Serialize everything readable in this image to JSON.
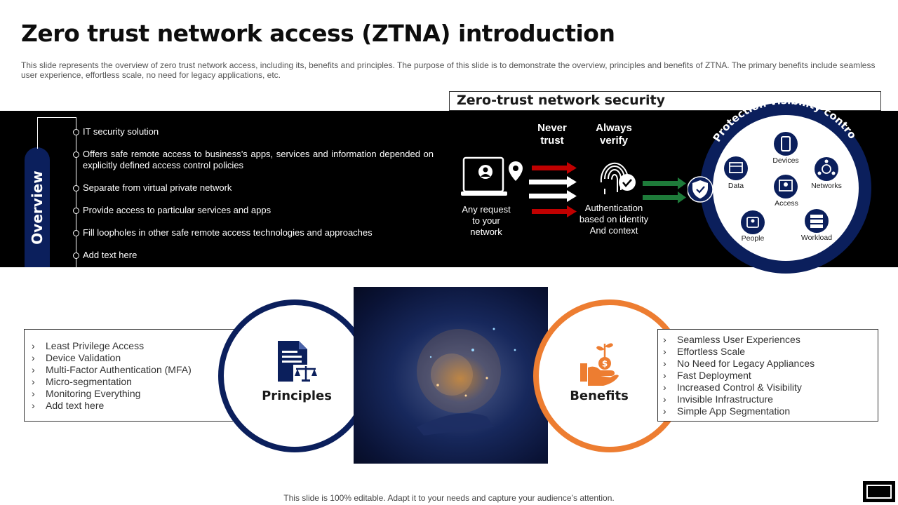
{
  "title": "Zero trust network access (ZTNA) introduction",
  "subtitle": "This slide represents the overview of zero trust network access, including its, benefits and principles. The purpose of this slide is to demonstrate the overview, principles and benefits of ZTNA.  The primary benefits include seamless user experience, effortless scale, no need for legacy applications, etc.",
  "overview": {
    "label": "Overview",
    "items": [
      "IT security solution",
      "Offers safe remote access to business’s apps, services and information depended on explicitly defined access control policies",
      "Separate from virtual private network",
      "Provide  access to particular services and apps",
      "Fill loopholes in other safe remote access technologies and approaches",
      "Add text here"
    ]
  },
  "zero_trust": {
    "header": "Zero-trust network security",
    "never_trust": "Never trust",
    "always_verify": "Always verify",
    "request": "Any request to your network",
    "authentication": "Authentication based on identity And context"
  },
  "protection": {
    "arc_title": "Protection visibility control",
    "items": {
      "devices": "Devices",
      "data": "Data",
      "networks": "Networks",
      "access": "Access",
      "people": "People",
      "workload": "Workload"
    }
  },
  "principles": {
    "title": "Principles",
    "items": [
      "Least Privilege Access",
      "Device Validation",
      "Multi-Factor Authentication (MFA)",
      "Micro-segmentation",
      "Monitoring Everything",
      "Add text here"
    ]
  },
  "benefits": {
    "title": "Benefits",
    "items": [
      "Seamless User Experiences",
      "Effortless Scale",
      "No Need for Legacy Appliances",
      "Fast Deployment",
      "Increased Control & Visibility",
      "Invisible Infrastructure",
      "Simple App Segmentation"
    ]
  },
  "footer": "This slide is 100% editable. Adapt it to your needs and capture your audience’s attention.",
  "colors": {
    "navy": "#0b1f5c",
    "orange": "#ed7d31",
    "red_arrow": "#c00000",
    "green_arrow": "#1e7b3a",
    "band": "#000000"
  }
}
